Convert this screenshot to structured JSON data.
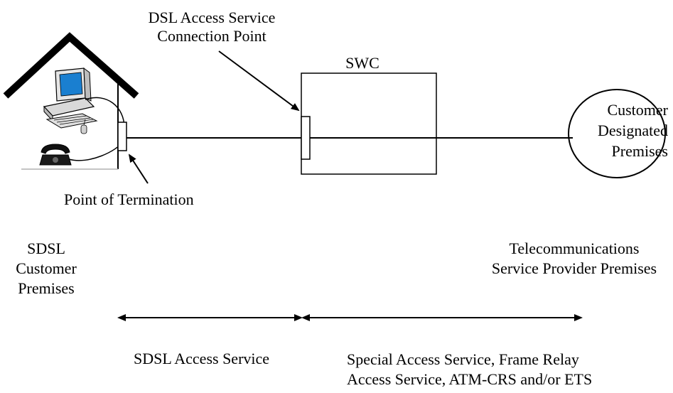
{
  "labels": {
    "dsl_connection_point": [
      "DSL Access Service",
      "Connection Point"
    ],
    "swc": "SWC",
    "customer_designated": [
      "Customer",
      "Designated",
      "Premises"
    ],
    "point_of_termination": "Point of Termination",
    "sdsl_customer_premises": [
      "SDSL",
      "Customer",
      "Premises"
    ],
    "telecom_provider_premises": [
      "Telecommunications",
      "Service Provider Premises"
    ],
    "sdsl_access_service": "SDSL Access Service",
    "special_access_service": [
      "Special Access Service, Frame Relay",
      "Access Service, ATM-CRS and/or ETS"
    ]
  },
  "icons": {
    "house": "house-icon",
    "computer": "computer-icon",
    "telephone": "telephone-icon",
    "termination_box": "termination-box-icon",
    "connection_point_box": "connection-point-box-icon"
  },
  "colors": {
    "line": "#000000",
    "monitor_screen": "#1a7fd0",
    "background": "#ffffff"
  }
}
